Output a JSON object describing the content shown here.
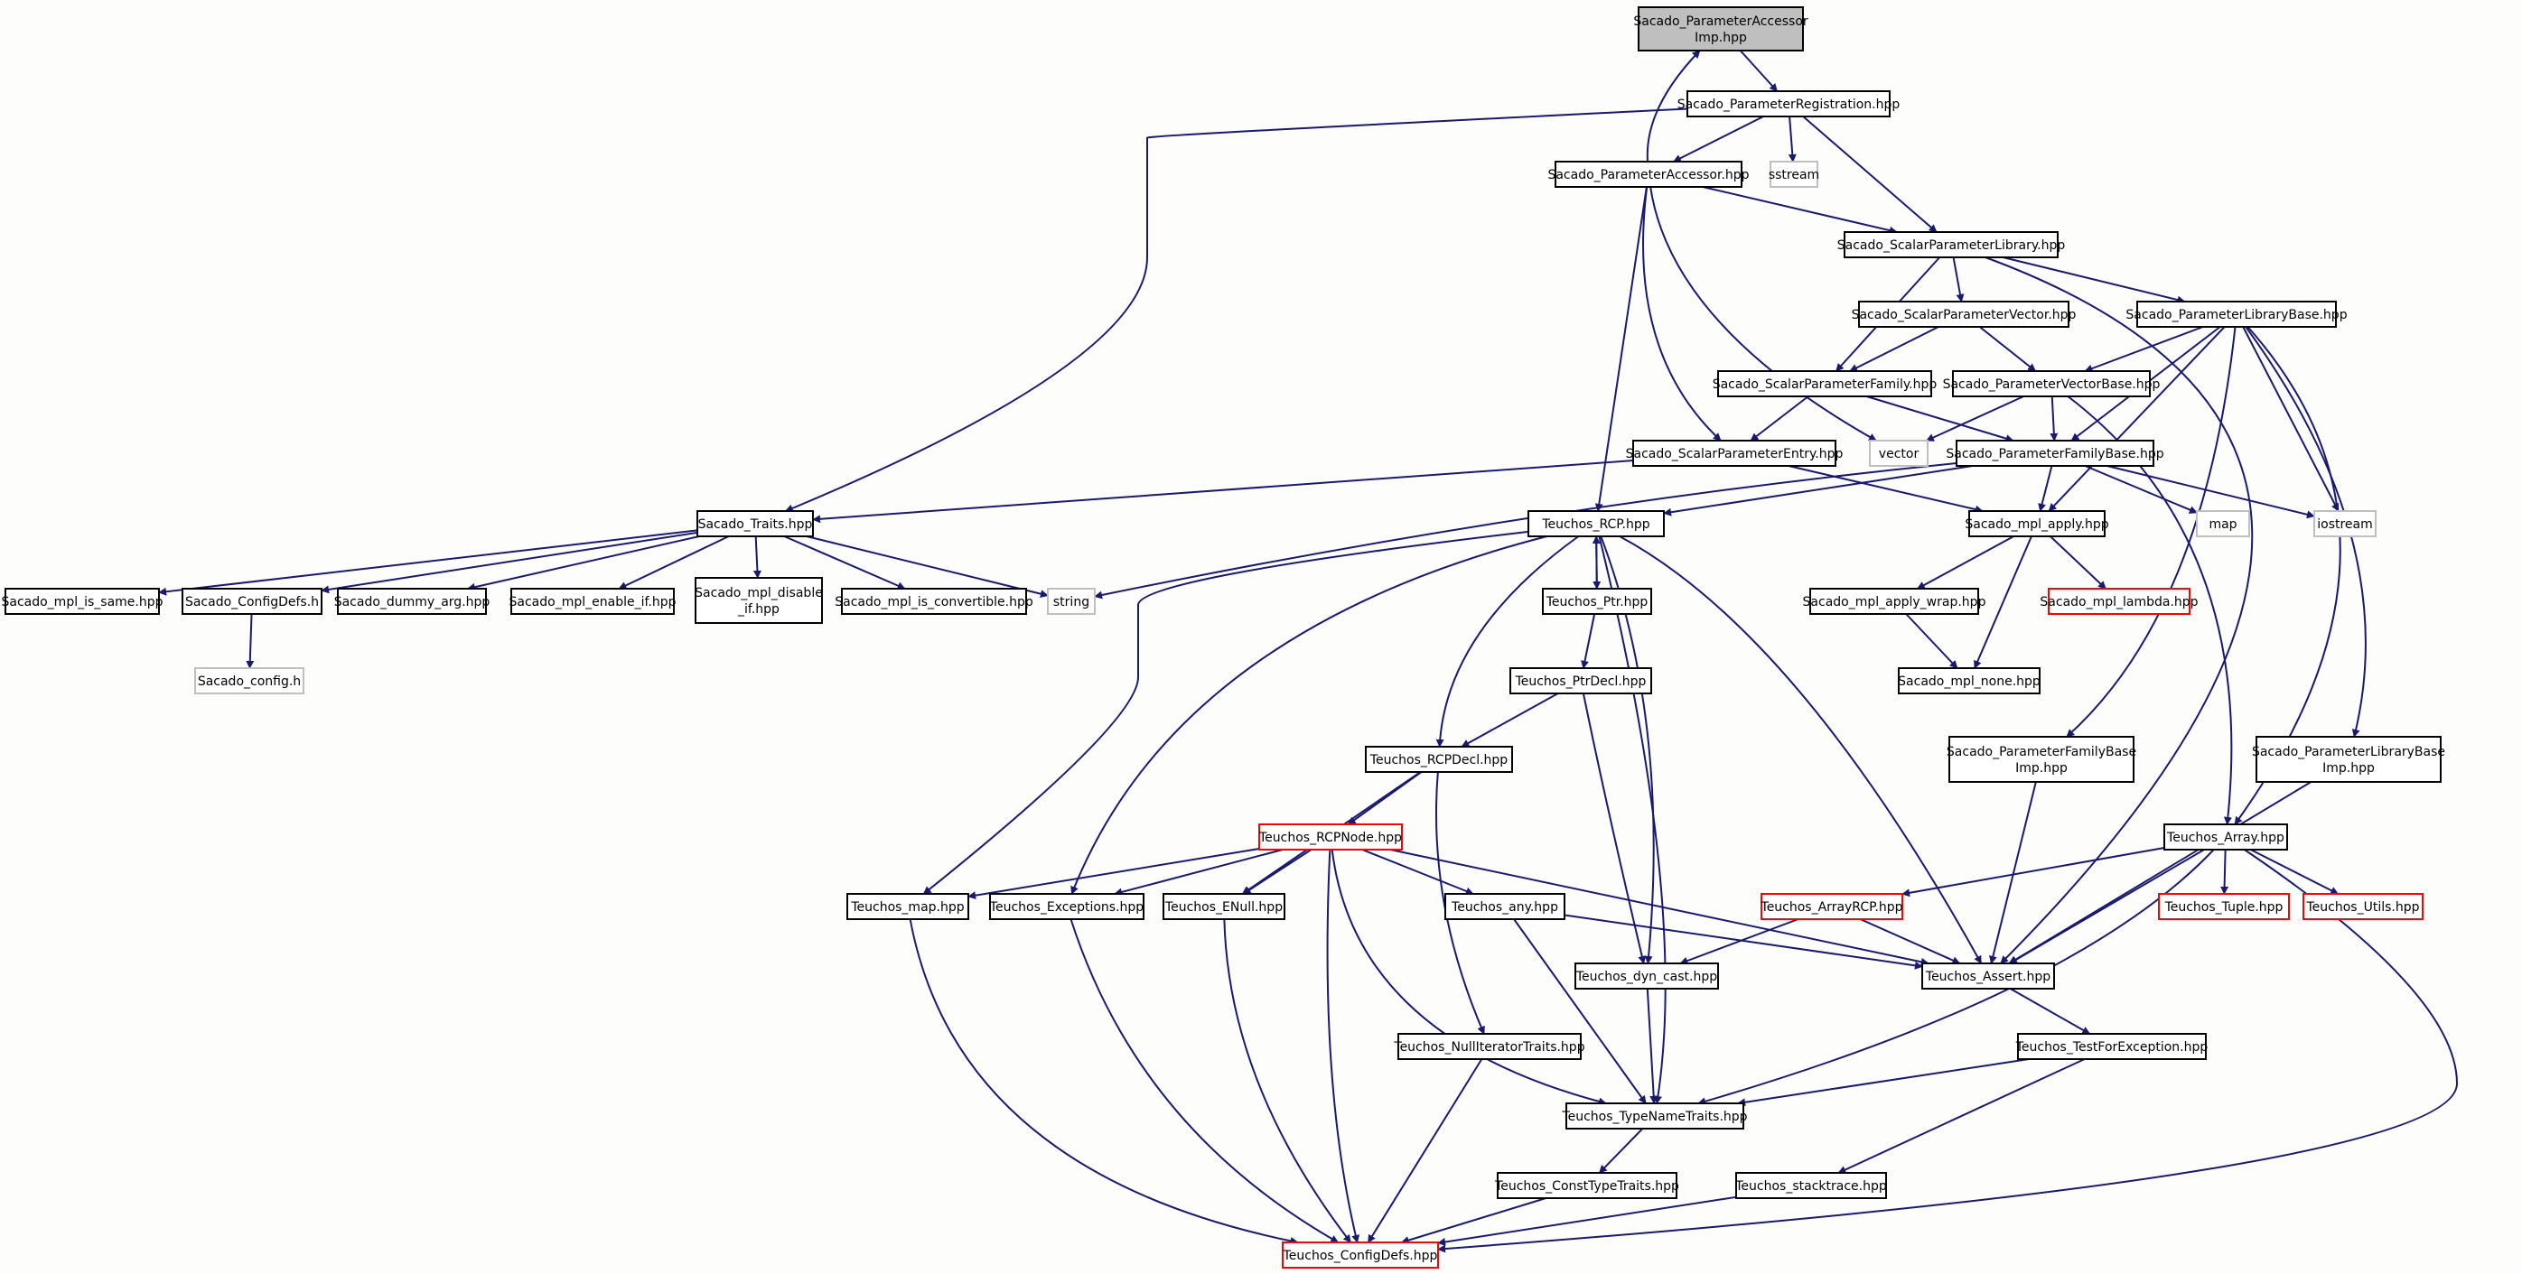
{
  "colors": {
    "background": "#fdfefc",
    "edge": "#191970",
    "root_fill": "#bfbfbf",
    "node_fill": "#ffffff",
    "border_documented": "#000000",
    "border_external": "#bfbfbf",
    "border_truncated": "#ff0000"
  },
  "nodes": {
    "accessor_imp": {
      "lines": [
        "Sacado_ParameterAccessor",
        "Imp.hpp"
      ],
      "kind": "root"
    },
    "registration": {
      "lines": [
        "Sacado_ParameterRegistration.hpp"
      ],
      "kind": "doc"
    },
    "accessor": {
      "lines": [
        "Sacado_ParameterAccessor.hpp"
      ],
      "kind": "doc"
    },
    "sstream": {
      "lines": [
        "sstream"
      ],
      "kind": "ext"
    },
    "scalar_lib": {
      "lines": [
        "Sacado_ScalarParameterLibrary.hpp"
      ],
      "kind": "doc"
    },
    "scalar_vec": {
      "lines": [
        "Sacado_ScalarParameterVector.hpp"
      ],
      "kind": "doc"
    },
    "lib_base": {
      "lines": [
        "Sacado_ParameterLibraryBase.hpp"
      ],
      "kind": "doc"
    },
    "scalar_family": {
      "lines": [
        "Sacado_ScalarParameterFamily.hpp"
      ],
      "kind": "doc"
    },
    "vector_base": {
      "lines": [
        "Sacado_ParameterVectorBase.hpp"
      ],
      "kind": "doc"
    },
    "scalar_entry": {
      "lines": [
        "Sacado_ScalarParameterEntry.hpp"
      ],
      "kind": "doc"
    },
    "vector": {
      "lines": [
        "vector"
      ],
      "kind": "ext"
    },
    "family_base": {
      "lines": [
        "Sacado_ParameterFamilyBase.hpp"
      ],
      "kind": "doc"
    },
    "traits": {
      "lines": [
        "Sacado_Traits.hpp"
      ],
      "kind": "doc"
    },
    "rcp": {
      "lines": [
        "Teuchos_RCP.hpp"
      ],
      "kind": "doc"
    },
    "mpl_apply": {
      "lines": [
        "Sacado_mpl_apply.hpp"
      ],
      "kind": "doc"
    },
    "map": {
      "lines": [
        "map"
      ],
      "kind": "ext"
    },
    "iostream": {
      "lines": [
        "iostream"
      ],
      "kind": "ext"
    },
    "mpl_is_same": {
      "lines": [
        "Sacado_mpl_is_same.hpp"
      ],
      "kind": "doc"
    },
    "config_defs": {
      "lines": [
        "Sacado_ConfigDefs.h"
      ],
      "kind": "doc"
    },
    "dummy_arg": {
      "lines": [
        "Sacado_dummy_arg.hpp"
      ],
      "kind": "doc"
    },
    "enable_if": {
      "lines": [
        "Sacado_mpl_enable_if.hpp"
      ],
      "kind": "doc"
    },
    "disable_if": {
      "lines": [
        "Sacado_mpl_disable",
        "_if.hpp"
      ],
      "kind": "doc"
    },
    "is_convertible": {
      "lines": [
        "Sacado_mpl_is_convertible.hpp"
      ],
      "kind": "doc"
    },
    "string": {
      "lines": [
        "string"
      ],
      "kind": "ext"
    },
    "ptr": {
      "lines": [
        "Teuchos_Ptr.hpp"
      ],
      "kind": "doc"
    },
    "apply_wrap": {
      "lines": [
        "Sacado_mpl_apply_wrap.hpp"
      ],
      "kind": "doc"
    },
    "lambda": {
      "lines": [
        "Sacado_mpl_lambda.hpp"
      ],
      "kind": "trunc"
    },
    "sacado_config": {
      "lines": [
        "Sacado_config.h"
      ],
      "kind": "ext"
    },
    "ptr_decl": {
      "lines": [
        "Teuchos_PtrDecl.hpp"
      ],
      "kind": "doc"
    },
    "mpl_none": {
      "lines": [
        "Sacado_mpl_none.hpp"
      ],
      "kind": "doc"
    },
    "rcp_decl": {
      "lines": [
        "Teuchos_RCPDecl.hpp"
      ],
      "kind": "doc"
    },
    "family_base_imp": {
      "lines": [
        "Sacado_ParameterFamilyBase",
        "Imp.hpp"
      ],
      "kind": "doc"
    },
    "lib_base_imp": {
      "lines": [
        "Sacado_ParameterLibraryBase",
        "Imp.hpp"
      ],
      "kind": "doc"
    },
    "rcp_node": {
      "lines": [
        "Teuchos_RCPNode.hpp"
      ],
      "kind": "trunc"
    },
    "array": {
      "lines": [
        "Teuchos_Array.hpp"
      ],
      "kind": "doc"
    },
    "tmap": {
      "lines": [
        "Teuchos_map.hpp"
      ],
      "kind": "doc"
    },
    "exceptions": {
      "lines": [
        "Teuchos_Exceptions.hpp"
      ],
      "kind": "doc"
    },
    "enull": {
      "lines": [
        "Teuchos_ENull.hpp"
      ],
      "kind": "doc"
    },
    "any": {
      "lines": [
        "Teuchos_any.hpp"
      ],
      "kind": "doc"
    },
    "array_rcp": {
      "lines": [
        "Teuchos_ArrayRCP.hpp"
      ],
      "kind": "trunc"
    },
    "tuple": {
      "lines": [
        "Teuchos_Tuple.hpp"
      ],
      "kind": "trunc"
    },
    "utils": {
      "lines": [
        "Teuchos_Utils.hpp"
      ],
      "kind": "trunc"
    },
    "dyn_cast": {
      "lines": [
        "Teuchos_dyn_cast.hpp"
      ],
      "kind": "doc"
    },
    "assert": {
      "lines": [
        "Teuchos_Assert.hpp"
      ],
      "kind": "doc"
    },
    "null_iter": {
      "lines": [
        "Teuchos_NullIteratorTraits.hpp"
      ],
      "kind": "doc"
    },
    "test_exc": {
      "lines": [
        "Teuchos_TestForException.hpp"
      ],
      "kind": "doc"
    },
    "type_name": {
      "lines": [
        "Teuchos_TypeNameTraits.hpp"
      ],
      "kind": "doc"
    },
    "const_type": {
      "lines": [
        "Teuchos_ConstTypeTraits.hpp"
      ],
      "kind": "doc"
    },
    "stacktrace": {
      "lines": [
        "Teuchos_stacktrace.hpp"
      ],
      "kind": "doc"
    },
    "teuchos_config": {
      "lines": [
        "Teuchos_ConfigDefs.hpp"
      ],
      "kind": "trunc"
    }
  }
}
